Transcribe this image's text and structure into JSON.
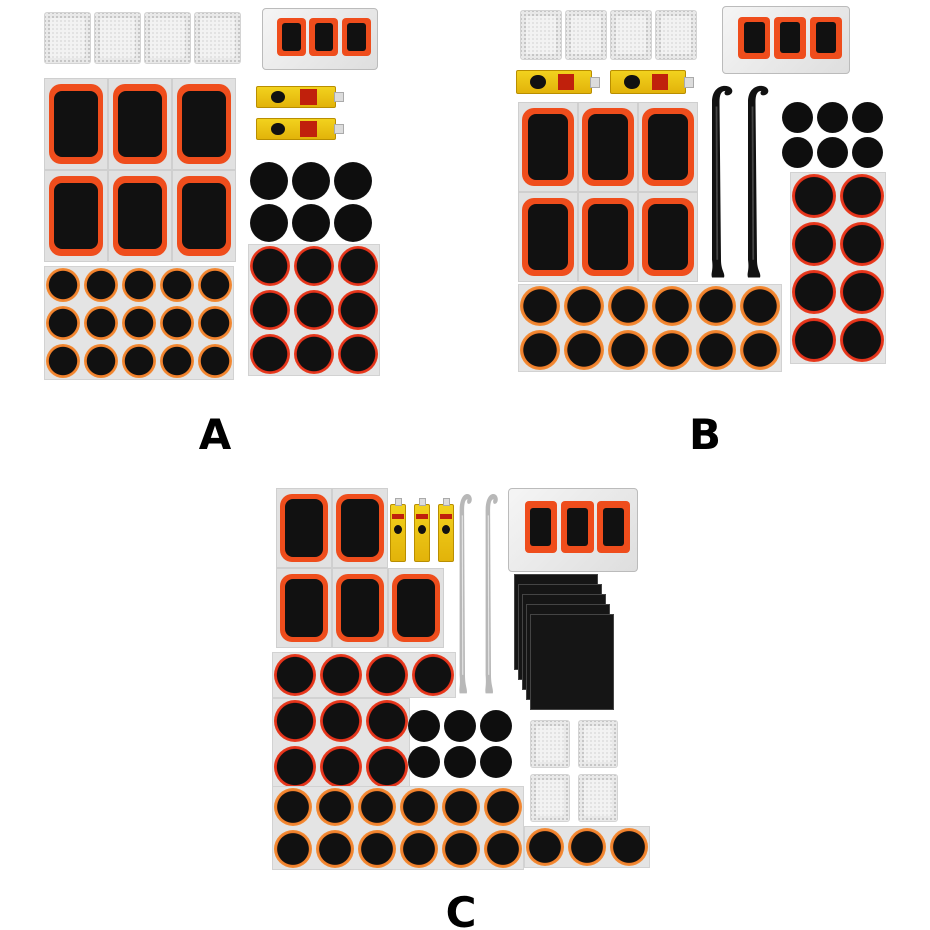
{
  "labels": {
    "a": "A",
    "b": "B",
    "c": "C"
  },
  "colors": {
    "patch_orange": "#ef4d1c",
    "round_orange": "#f07e2a",
    "round_red": "#e4301a",
    "patch_black": "#111111",
    "glue_yellow": "#f2d21e",
    "lever_black": "#111111",
    "lever_silver": "#b8b8b8"
  },
  "options": [
    {
      "label_key": "a",
      "contents": [
        "sanding-pads",
        "glue-box",
        "glue-tubes",
        "rectangular-patches",
        "round-black-patches",
        "round-patches"
      ]
    },
    {
      "label_key": "b",
      "contents": [
        "sanding-pads",
        "glue-box",
        "glue-tubes",
        "rectangular-patches",
        "black-tire-levers",
        "round-black-patches",
        "round-patches"
      ]
    },
    {
      "label_key": "c",
      "contents": [
        "rectangular-patches",
        "glue-tubes",
        "silver-tire-levers",
        "glue-box",
        "black-patch-sheets",
        "sanding-pads",
        "round-black-patches",
        "round-patches"
      ]
    }
  ]
}
